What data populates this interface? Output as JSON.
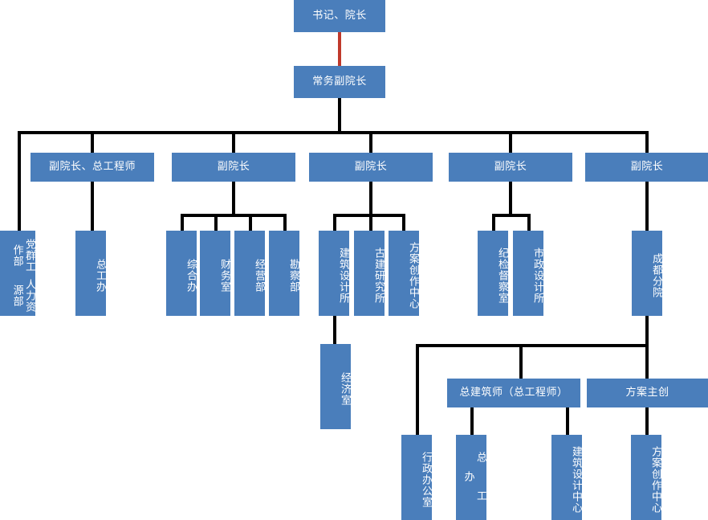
{
  "chart_title": "",
  "colors": {
    "box_fill": "#4a7ebb",
    "box_text": "#ffffff",
    "connector": "#000000",
    "connector_accent": "#c0392b",
    "background": "#ffffff"
  },
  "nodes": {
    "n1": {
      "label": "书记、院长"
    },
    "n2": {
      "label": "常务副院长"
    },
    "n3": {
      "label": "副院长、总工程师"
    },
    "n4": {
      "label": "副院长"
    },
    "n5": {
      "label": "副院长"
    },
    "n6": {
      "label": "副院长"
    },
    "n7": {
      "label": "副院长"
    },
    "n8a": {
      "label": "人力资源部"
    },
    "n8b": {
      "label": "党群工作部"
    },
    "n9": {
      "label": "总工办"
    },
    "n10": {
      "label": "综合办"
    },
    "n11": {
      "label": "财务室"
    },
    "n12": {
      "label": "经营部"
    },
    "n13": {
      "label": "勘察部"
    },
    "n14": {
      "label": "建筑设计所"
    },
    "n15": {
      "label": "古建研究所"
    },
    "n16": {
      "label": "方案创作中心"
    },
    "n17": {
      "label": "纪检督察室"
    },
    "n18": {
      "label": "市政设计所"
    },
    "n19": {
      "label": "成都分院"
    },
    "n20": {
      "label": "经济室"
    },
    "n21": {
      "label": "总建筑师（总工程师）"
    },
    "n22": {
      "label": "方案主创"
    },
    "n23": {
      "label": "行政办公室"
    },
    "n24": {
      "label": "总 工 办"
    },
    "n25": {
      "label": "建筑设计中心"
    },
    "n26": {
      "label": "方案创作中心"
    }
  },
  "hierarchy": {
    "root": "书记、院长",
    "children": [
      {
        "label": "常务副院长",
        "children": [
          {
            "label": "副院长、总工程师",
            "children": [
              {
                "label": "人力资源部 / 党群工作部"
              },
              {
                "label": "总工办"
              }
            ]
          },
          {
            "label": "副院长",
            "children": [
              {
                "label": "综合办"
              },
              {
                "label": "财务室"
              },
              {
                "label": "经营部"
              },
              {
                "label": "勘察部"
              }
            ]
          },
          {
            "label": "副院长",
            "children": [
              {
                "label": "建筑设计所",
                "children": [
                  {
                    "label": "经济室"
                  }
                ]
              },
              {
                "label": "古建研究所"
              },
              {
                "label": "方案创作中心"
              }
            ]
          },
          {
            "label": "副院长",
            "children": [
              {
                "label": "纪检督察室"
              },
              {
                "label": "市政设计所"
              }
            ]
          },
          {
            "label": "副院长",
            "children": [
              {
                "label": "成都分院",
                "children": [
                  {
                    "label": "行政办公室"
                  },
                  {
                    "label": "总建筑师（总工程师）",
                    "children": [
                      {
                        "label": "总 工 办"
                      },
                      {
                        "label": "建筑设计中心"
                      }
                    ]
                  },
                  {
                    "label": "方案主创",
                    "children": [
                      {
                        "label": "方案创作中心"
                      }
                    ]
                  }
                ]
              }
            ]
          }
        ]
      }
    ]
  }
}
